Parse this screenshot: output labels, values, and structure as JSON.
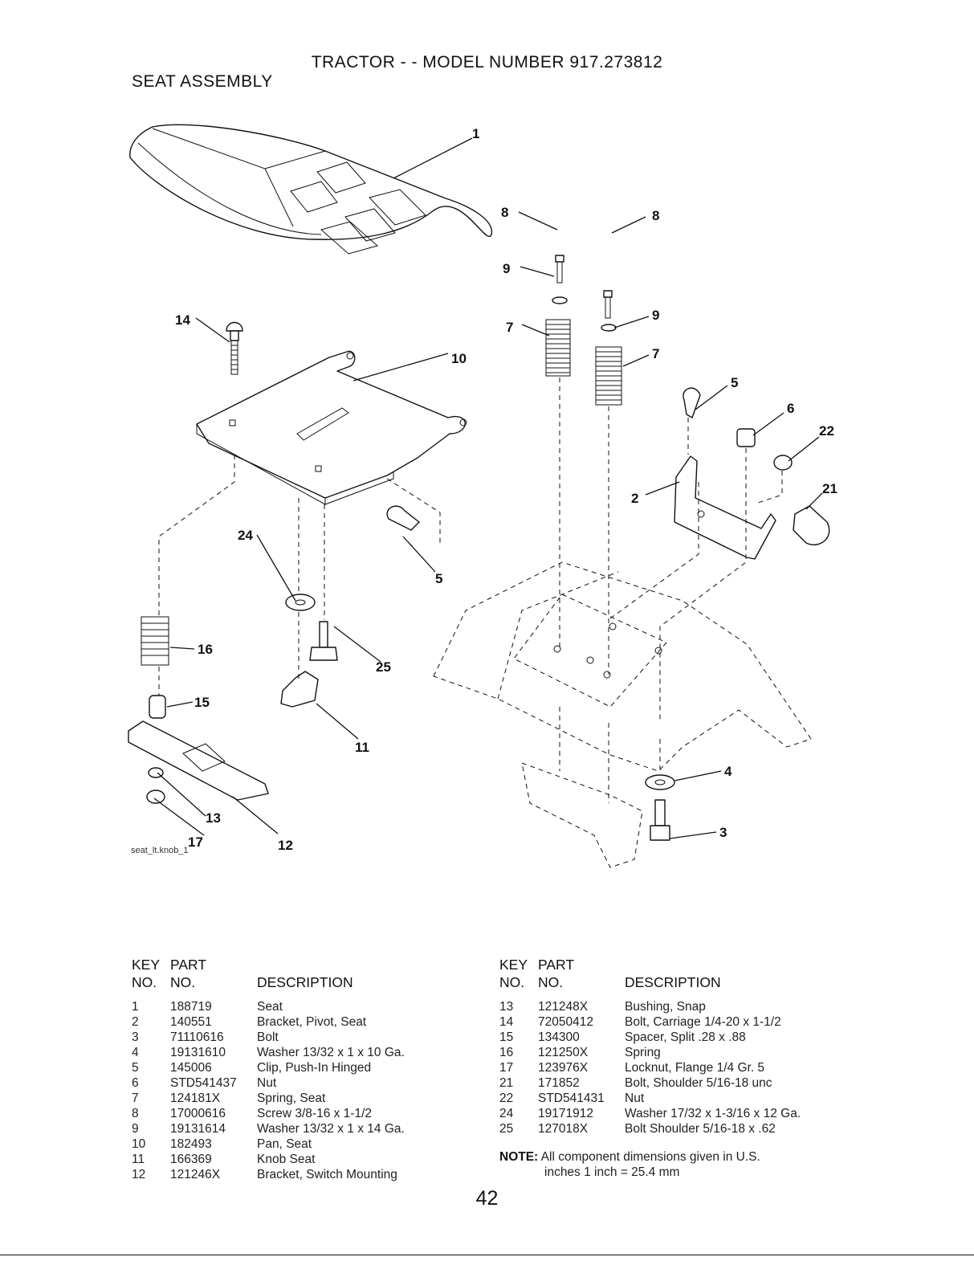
{
  "header": {
    "title": "TRACTOR - - MODEL NUMBER 917.273812",
    "subtitle": "SEAT ASSEMBLY"
  },
  "diagram": {
    "figure_id": "seat_lt.knob_1",
    "callouts": [
      "1",
      "14",
      "10",
      "8",
      "9",
      "7",
      "8",
      "9",
      "7",
      "5",
      "6",
      "22",
      "2",
      "21",
      "24",
      "5",
      "16",
      "25",
      "15",
      "11",
      "13",
      "17",
      "12",
      "4",
      "3"
    ]
  },
  "parts_table": {
    "headers": {
      "key_line1": "KEY",
      "key_line2": "NO.",
      "part_line1": "PART",
      "part_line2": "NO.",
      "description": "DESCRIPTION"
    },
    "left": [
      {
        "key": "1",
        "part": "188719",
        "desc": "Seat"
      },
      {
        "key": "2",
        "part": "140551",
        "desc": "Bracket, Pivot, Seat"
      },
      {
        "key": "3",
        "part": "71110616",
        "desc": "Bolt"
      },
      {
        "key": "4",
        "part": "19131610",
        "desc": "Washer 13/32 x 1 x 10 Ga."
      },
      {
        "key": "5",
        "part": "145006",
        "desc": "Clip, Push-In Hinged"
      },
      {
        "key": "6",
        "part": "STD541437",
        "desc": "Nut"
      },
      {
        "key": "7",
        "part": "124181X",
        "desc": "Spring, Seat"
      },
      {
        "key": "8",
        "part": "17000616",
        "desc": "Screw 3/8-16 x 1-1/2"
      },
      {
        "key": "9",
        "part": "19131614",
        "desc": "Washer 13/32 x 1 x 14 Ga."
      },
      {
        "key": "10",
        "part": "182493",
        "desc": "Pan, Seat"
      },
      {
        "key": "11",
        "part": "166369",
        "desc": "Knob Seat"
      },
      {
        "key": "12",
        "part": "121246X",
        "desc": "Bracket, Switch Mounting"
      }
    ],
    "right": [
      {
        "key": "13",
        "part": "121248X",
        "desc": "Bushing, Snap"
      },
      {
        "key": "14",
        "part": "72050412",
        "desc": "Bolt, Carriage 1/4-20 x 1-1/2"
      },
      {
        "key": "15",
        "part": "134300",
        "desc": "Spacer, Split .28 x .88"
      },
      {
        "key": "16",
        "part": "121250X",
        "desc": "Spring"
      },
      {
        "key": "17",
        "part": "123976X",
        "desc": "Locknut, Flange 1/4 Gr. 5"
      },
      {
        "key": "21",
        "part": "171852",
        "desc": "Bolt, Shoulder 5/16-18 unc"
      },
      {
        "key": "22",
        "part": "STD541431",
        "desc": "Nut"
      },
      {
        "key": "24",
        "part": "19171912",
        "desc": "Washer 17/32 x 1-3/16 x 12 Ga."
      },
      {
        "key": "25",
        "part": "127018X",
        "desc": "Bolt Shoulder 5/16-18 x .62"
      }
    ]
  },
  "note": {
    "label": "NOTE:",
    "line1": "All component dimensions given in U.S.",
    "line2": "inches 1 inch = 25.4 mm"
  },
  "footer": {
    "page_number": "42"
  }
}
